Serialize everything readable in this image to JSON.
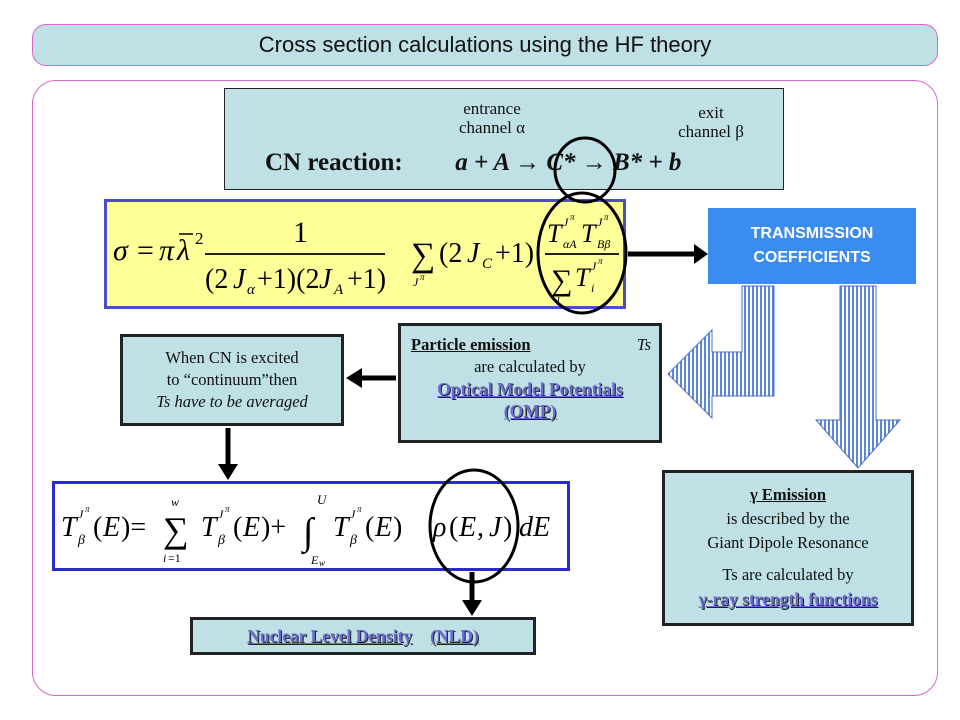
{
  "title": "Cross section calculations using the HF theory",
  "reaction": {
    "entrance_line1": "entrance",
    "entrance_line2": "channel α",
    "exit_line1": "exit",
    "exit_line2": "channel  β",
    "label": "CN  reaction:",
    "equation": "a + A  →  C*  →  B* + b"
  },
  "transmission": {
    "line1": "TRANSMISSION",
    "line2": "COEFFICIENTS"
  },
  "particle_emission": {
    "heading": "Particle emission",
    "ts": "Ts",
    "line2": "are calculated by",
    "line3": "Optical Model Potentials",
    "line4": "(OMP)"
  },
  "continuum": {
    "line1": "When CN is excited",
    "line2": "to “continuum”then",
    "line3": "Ts have to be averaged"
  },
  "gamma": {
    "heading": "γ Emission",
    "line2": "is described by the",
    "line3": "Giant Dipole Resonance",
    "line4": "Ts are calculated by",
    "line5": "γ-ray strength functions"
  },
  "nld": {
    "label": "Nuclear Level Density",
    "abbr": "(NLD)"
  },
  "colors": {
    "title_bg": "#bfe0e4",
    "border_pink": "#d966c8",
    "eq1_bg": "#ffff99",
    "trans_bg": "#3b8cf0",
    "arrow_blue": "#6f98e8"
  }
}
